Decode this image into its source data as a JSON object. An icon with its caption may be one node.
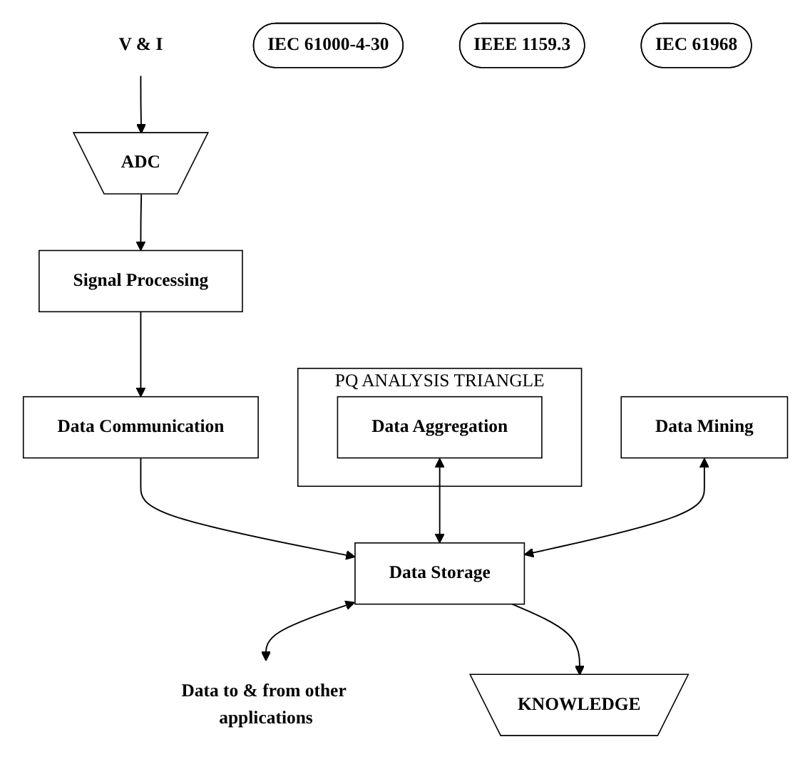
{
  "diagram": {
    "nodes": [
      {
        "text": [
          "V & I"
        ]
      },
      {
        "text": [
          "ADC"
        ]
      },
      {
        "text": [
          "IEC 61000-4-30"
        ]
      },
      {
        "text": [
          "Signal Processing"
        ]
      },
      {
        "text": [
          "PQ ANALYSIS TRIANGLE"
        ]
      },
      {
        "text": [
          "Data Communication"
        ]
      },
      {
        "text": [
          "IEEE 1159.3"
        ]
      },
      {
        "text": [
          "Data Aggregation"
        ],
        "in": 4
      },
      {
        "text": [
          "Data Storage"
        ]
      },
      {
        "text": [
          "Data to & from other applications"
        ]
      },
      {
        "text": [
          "Data Mining"
        ]
      },
      {
        "text": [
          "IEC 61968"
        ]
      },
      {
        "text": [
          "KNOWLEDGE"
        ]
      }
    ],
    "edges": [
      {
        "from": 0,
        "to": 1,
        "arrow": "to"
      },
      {
        "from": 1,
        "to": 3,
        "arrow": "to"
      },
      {
        "from": 3,
        "to": 5,
        "arrow": "to"
      },
      {
        "from": 5,
        "to": 8,
        "arrow": "to"
      },
      {
        "from": 7,
        "to": 8,
        "arrow": "both"
      },
      {
        "from": 8,
        "to": 9,
        "arrow": "both"
      },
      {
        "from": 10,
        "to": 8,
        "arrow": "both"
      },
      {
        "from": 8,
        "to": 12,
        "arrow": "to"
      }
    ]
  }
}
